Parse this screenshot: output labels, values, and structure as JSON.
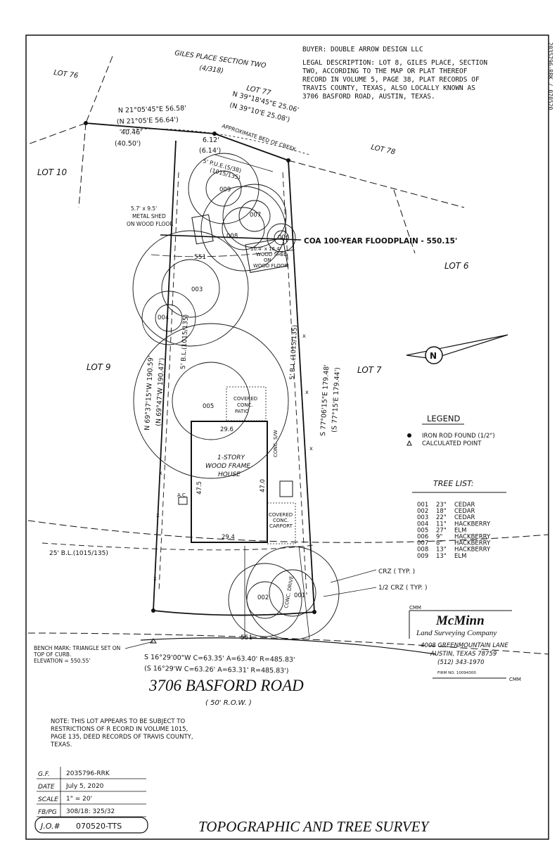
{
  "header": {
    "buyer": "BUYER: DOUBLE ARROW DESIGN LLC",
    "legal_lines": [
      "LEGAL DESCRIPTION: LOT 8, GILES PLACE, SECTION",
      "TWO,  ACCORDING TO THE  MAP OR PLAT THEREOF",
      "RECORD IN  VOLUME 5, PAGE 38, PLAT RECORDS OF",
      "TRAVIS COUNTY, TEXAS, ALSO LOCALLY KNOWN AS",
      "3706 BASFORD ROAD, AUSTIN, TEXAS."
    ]
  },
  "lots": {
    "lot76": "LOT 76",
    "lot77": "LOT 77",
    "lot78": "LOT 78",
    "lot10": "LOT 10",
    "lot6": "LOT 6",
    "lot9": "LOT 9",
    "lot7": "LOT 7"
  },
  "subdivision": {
    "name": "GILES PLACE SECTION TWO",
    "ref": "(4/318)"
  },
  "bearings": {
    "north_west_1": "N 21°05'45\"E  56.58'",
    "north_west_2": "(N 21°05'E  56.64')",
    "north_east_1": "N 39°18'45\"E  25.06'",
    "north_east_2": "(N 39°10'E  25.08')",
    "seg_a_1": "40.46'",
    "seg_a_2": "(40.50')",
    "seg_b_1": "6.12'",
    "seg_b_2": "(6.14')",
    "west_1": "N 69°37'15\"W  190.59'",
    "west_2": "(N 69°47'W  190.47')",
    "east_1": "S 77°06'15\"E  179.48'",
    "east_2": "(S 77°15'E  179.44')",
    "south_1": "S 16°29'00\"W  C=63.35'  A=63.40'  R=485.83'",
    "south_2": "(S 16°29'W  C=63.26'  A=63.31'  R=485.83')"
  },
  "site": {
    "creek": "APPROXIMATE BED OF CREEK",
    "pue": "5' P.U.E.(5/38)",
    "pue2": "(1015/135)",
    "shed1": [
      "5.7' x 9.5'",
      "METAL SHED",
      "ON WOOD FLOOR"
    ],
    "shed2": [
      "10.4' x 16.4'",
      "WOOD SHED",
      "ON",
      "WOOD FLOOR"
    ],
    "floodplain": "COA 100-YEAR FLOODPLAIN - 550.15'",
    "contour": "551",
    "bl_west": "5' B.L.(1015/135)",
    "bl_east": "5' B.L.(1015/135)",
    "bl_south": "25' B.L.(1015/135)",
    "patio": [
      "COVERED",
      "CONC.",
      "PATIO"
    ],
    "house": [
      "1-STORY",
      "WOOD FRAME",
      "HOUSE"
    ],
    "dim_top": "29.6",
    "dim_bottom": "29.4",
    "dim_left": "47.5",
    "dim_right": "47.0",
    "walk": "CONC. S/W",
    "ac": "A.C.",
    "carport": [
      "COVERED",
      "CONC.",
      "CARPORT"
    ],
    "drive": "CONC. DRIVE",
    "crz": "CRZ ( TYP. )",
    "half_crz": "1/2 CRZ ( TYP. )",
    "contour_south": "551"
  },
  "trees": {
    "t001": "001",
    "t002": "002",
    "t003": "003",
    "t004": "004",
    "t005": "005",
    "t006": "006",
    "t007": "007",
    "t008": "008",
    "t009": "009"
  },
  "legend": {
    "title": "LEGEND",
    "iron_rod": "IRON ROD FOUND (1/2\")",
    "calculated": "CALCULATED POINT"
  },
  "tree_list": {
    "title": "TREE LIST:",
    "rows": [
      {
        "no": "001",
        "size": "23\"",
        "species": "CEDAR"
      },
      {
        "no": "002",
        "size": "18\"",
        "species": "CEDAR"
      },
      {
        "no": "003",
        "size": "22\"",
        "species": "CEDAR"
      },
      {
        "no": "004",
        "size": "11\"",
        "species": "HACKBERRY"
      },
      {
        "no": "005",
        "size": "27\"",
        "species": "ELM"
      },
      {
        "no": "006",
        "size": "9\"",
        "species": "HACKBERRY"
      },
      {
        "no": "007",
        "size": "8\"",
        "species": "HACKBERRY"
      },
      {
        "no": "008",
        "size": "13\"",
        "species": "HACKBERRY"
      },
      {
        "no": "009",
        "size": "13\"",
        "species": "ELM"
      }
    ]
  },
  "company": {
    "cmm_top": "CMM",
    "name": "McMinn",
    "subtitle": "Land Surveying Company",
    "street": "4008 GREENMOUNTAIN LANE",
    "city": "AUSTIN, TEXAS  78759",
    "phone": "(512)  343-1970",
    "firm": "FIRM NO. 10094300",
    "cmm_bottom": "CMM"
  },
  "benchmark": [
    "BENCH MARK: TRIANGLE SET ON",
    "TOP OF CURB.",
    "ELEVATION = 550.55'"
  ],
  "street": {
    "name": "3706 BASFORD ROAD",
    "row": "( 50' R.O.W. )"
  },
  "note": [
    "NOTE: THIS LOT APPEARS TO BE SUBJECT TO",
    "RESTRICTIONS OF R ECORD IN VOLUME 1015,",
    "PAGE 135, DEED RECORDS OF TRAVIS COUNTY,",
    "TEXAS."
  ],
  "title_block": {
    "gf_label": "G.F.",
    "gf_value": "2035796-RRK",
    "date_label": "DATE",
    "date_value": "July 5, 2020",
    "scale_label": "SCALE",
    "scale_value": "1\" = 20'",
    "fbpg_label": "FB/PG",
    "fbpg_value": "308/18: 325/32",
    "jo_label": "J.O.#",
    "jo_value": "070520-TTS"
  },
  "survey_title": "TOPOGRAPHIC AND TREE SURVEY",
  "margin_text": "2035796-RRK / 070520"
}
